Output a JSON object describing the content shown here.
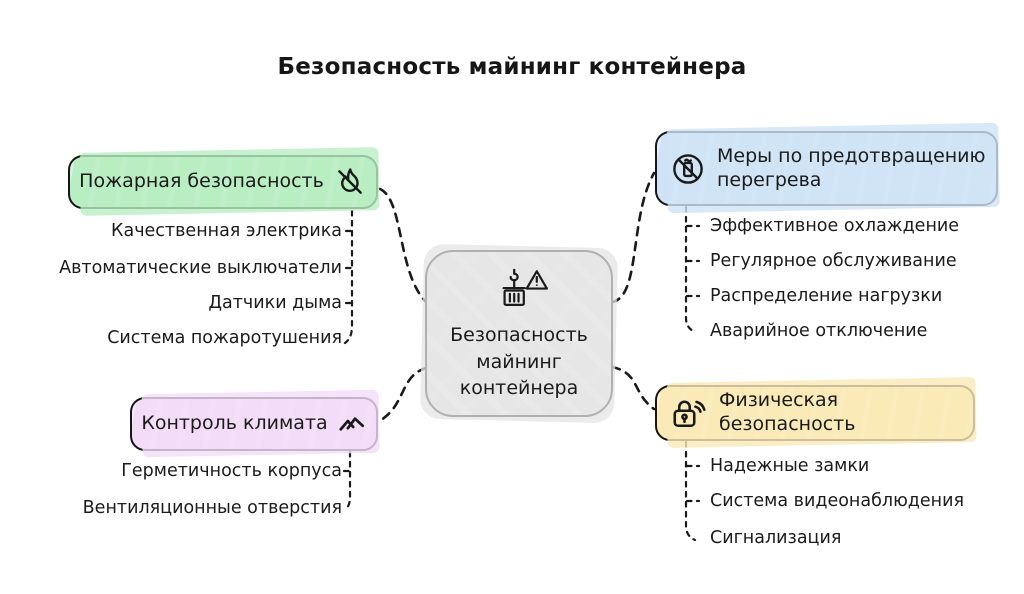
{
  "title": "Безопасность майнинг контейнера",
  "center": {
    "label": "Безопасность майнинг контейнера",
    "icon": "container-crane-warning-icon"
  },
  "branches": [
    {
      "label": "Пожарная безопасность",
      "icon": "flame-off-icon",
      "color": "#b9edc3",
      "items": [
        "Качественная электрика",
        "Автоматические выключатели",
        "Датчики дыма",
        "Система пожаротушения"
      ]
    },
    {
      "label": "Контроль климата",
      "icon": "mountains-icon",
      "color": "#f2dcf8",
      "items": [
        "Герметичность корпуса",
        "Вентиляционные отверстия"
      ]
    },
    {
      "label": "Меры по предотвращению перегрева",
      "icon": "no-overheat-icon",
      "color": "#d0e3f6",
      "items": [
        "Эффективное охлаждение",
        "Регулярное обслуживание",
        "Распределение нагрузки",
        "Аварийное отключение"
      ]
    },
    {
      "label": "Физическая безопасность",
      "icon": "smart-lock-icon",
      "color": "#faeab8",
      "items": [
        "Надежные замки",
        "Система видеонаблюдения",
        "Сигнализация"
      ]
    }
  ],
  "colors": {
    "center_fill": "#eaeaea",
    "stroke": "#1a1a1a",
    "background": "#ffffff"
  }
}
